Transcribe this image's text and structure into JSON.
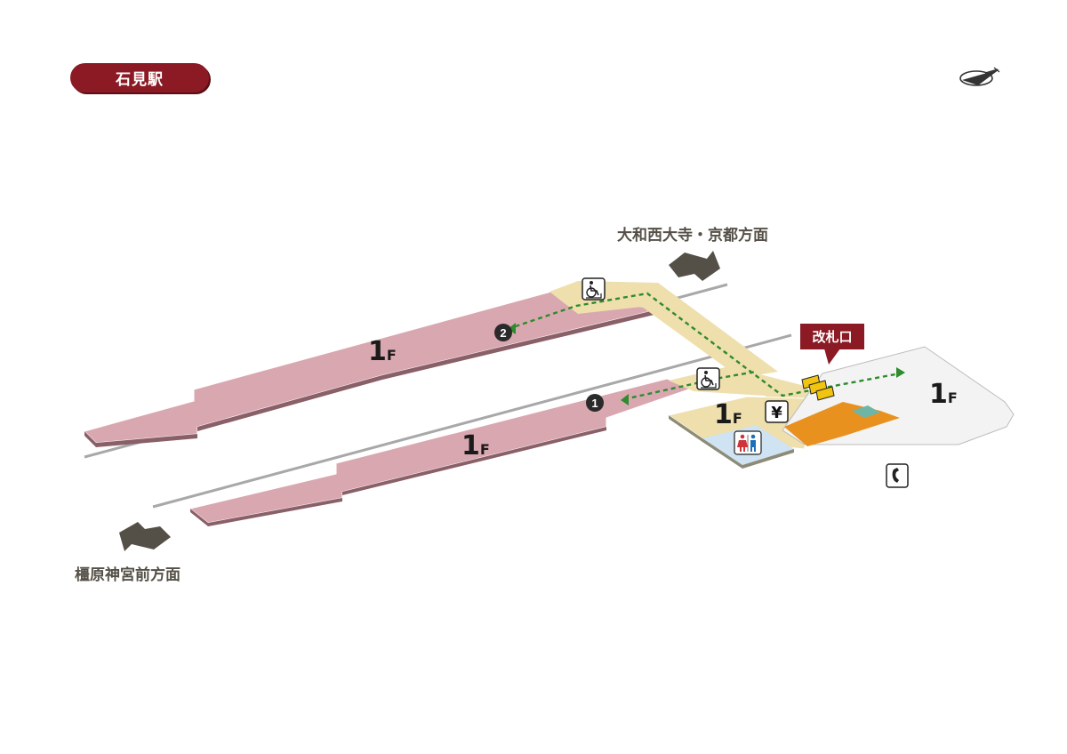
{
  "station": {
    "name": "石見駅"
  },
  "directions": {
    "north": "大和西大寺・京都方面",
    "south": "橿原神宮前方面"
  },
  "ticket_gate": {
    "label": "改札口"
  },
  "floors": [
    {
      "id": "platform-2",
      "number": "1",
      "suffix": "F"
    },
    {
      "id": "platform-1",
      "number": "1",
      "suffix": "F"
    },
    {
      "id": "station-building",
      "number": "1",
      "suffix": "F"
    },
    {
      "id": "exit-area",
      "number": "1",
      "suffix": "F"
    }
  ],
  "platform_numbers": [
    "2",
    "1"
  ],
  "icons": [
    "compass-icon",
    "wheelchair-icon",
    "yen-icon",
    "restroom-icon",
    "phone-icon",
    "ticket-gate-icon"
  ],
  "colors": {
    "platform": "#d9a7b0",
    "concourse": "#eedfad",
    "restroom_area": "#cfe3f2",
    "exit_area": "#f3f3f3",
    "shop": "#e8911e",
    "route": "#2e8b2e",
    "badge": "#8b1a24",
    "arrow": "#555047"
  }
}
